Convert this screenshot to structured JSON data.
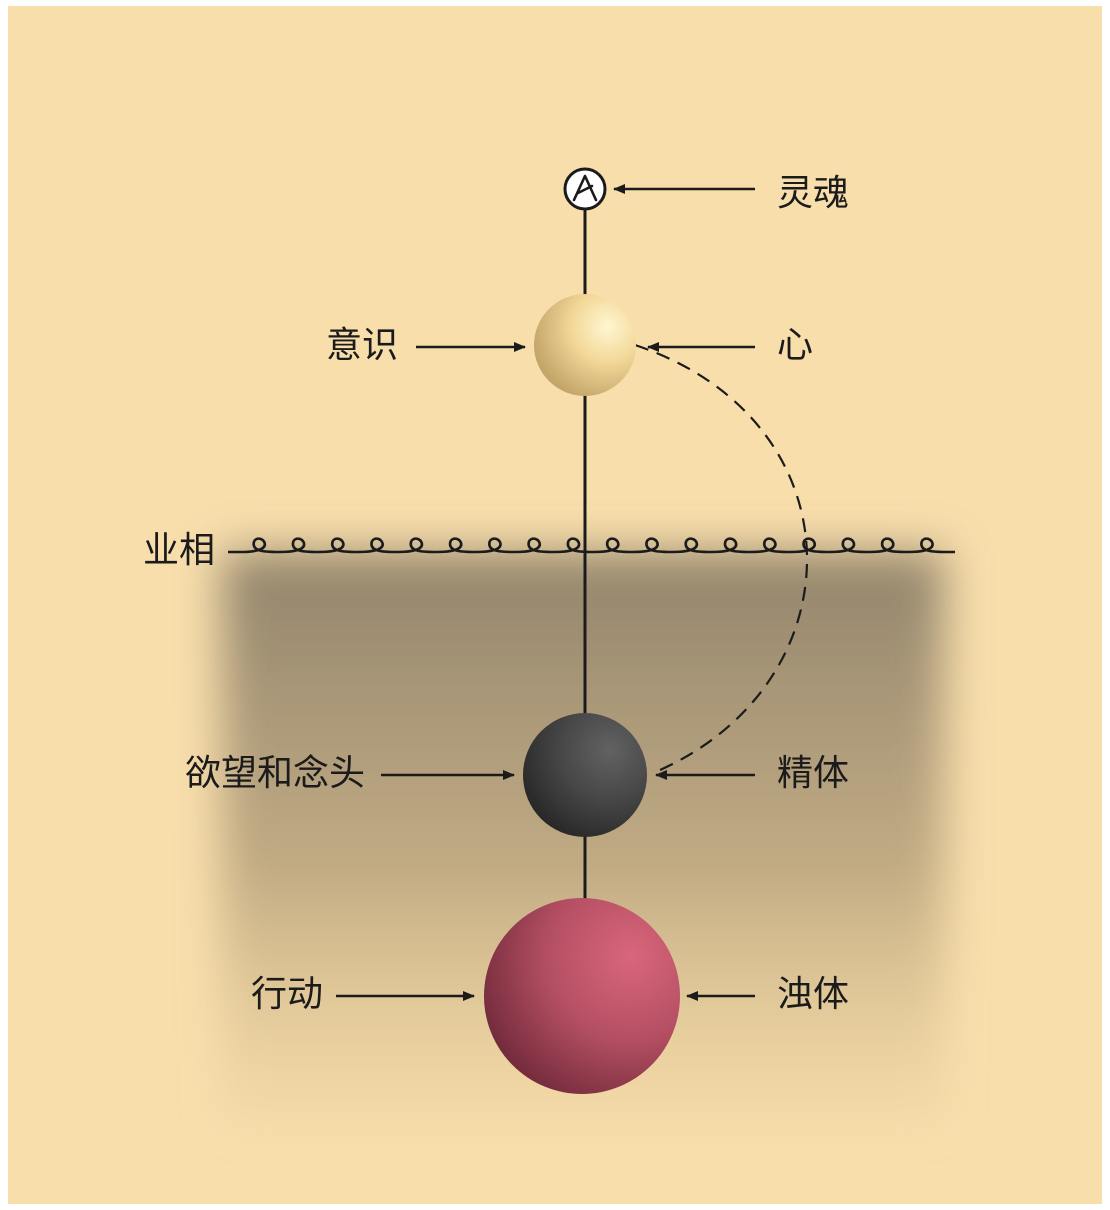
{
  "diagram": {
    "colors": {
      "background": "#f8deab",
      "shadow": "#8c7f69",
      "line": "#1b1b1b",
      "mind_sphere": "#f3d99a",
      "subtle_sphere": "#474747",
      "gross_sphere": "#c0546a"
    },
    "icons": {
      "soul_marker": "circled-a-icon"
    },
    "labels": {
      "soul": "灵魂",
      "consciousness": "意识",
      "mind": "心",
      "karma": "业相",
      "desires_thoughts": "欲望和念头",
      "subtle_body": "精体",
      "action": "行动",
      "gross_body": "浊体"
    }
  }
}
